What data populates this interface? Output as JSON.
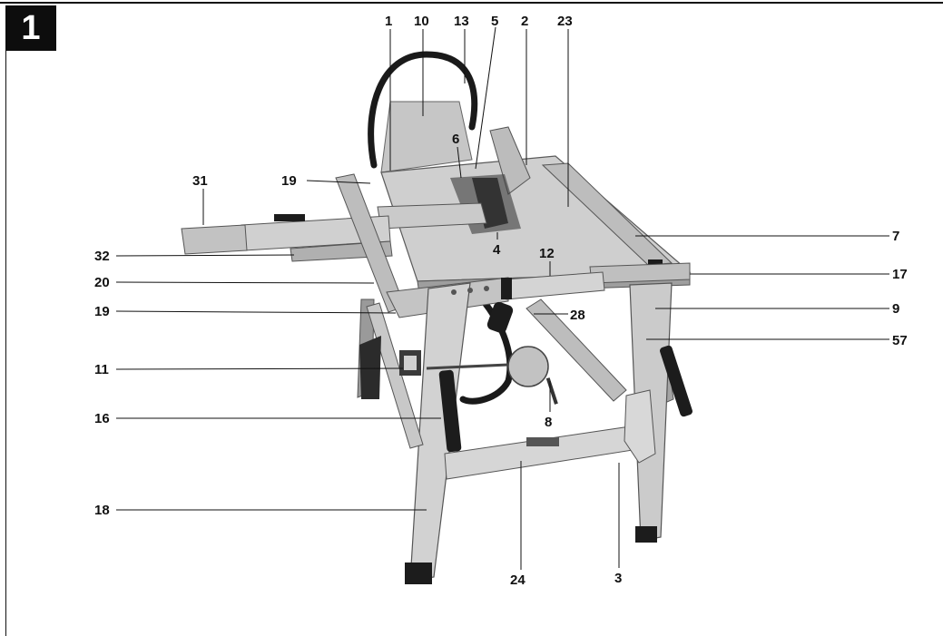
{
  "figure": {
    "number": "1"
  },
  "labels": {
    "l1": "1",
    "l10": "10",
    "l13": "13",
    "l5": "5",
    "l2": "2",
    "l23": "23",
    "l6": "6",
    "l31": "31",
    "l19a": "19",
    "l32": "32",
    "l20": "20",
    "l19b": "19",
    "l11": "11",
    "l16": "16",
    "l18": "18",
    "l4": "4",
    "l12": "12",
    "l28": "28",
    "l8": "8",
    "l24": "24",
    "l3": "3",
    "l7": "7",
    "l17": "17",
    "l9": "9",
    "l57": "57"
  },
  "colors": {
    "ink": "#111111",
    "metal": "#c9c9c9",
    "metal_dark": "#8a8a8a",
    "rubber": "#1c1c1c"
  }
}
